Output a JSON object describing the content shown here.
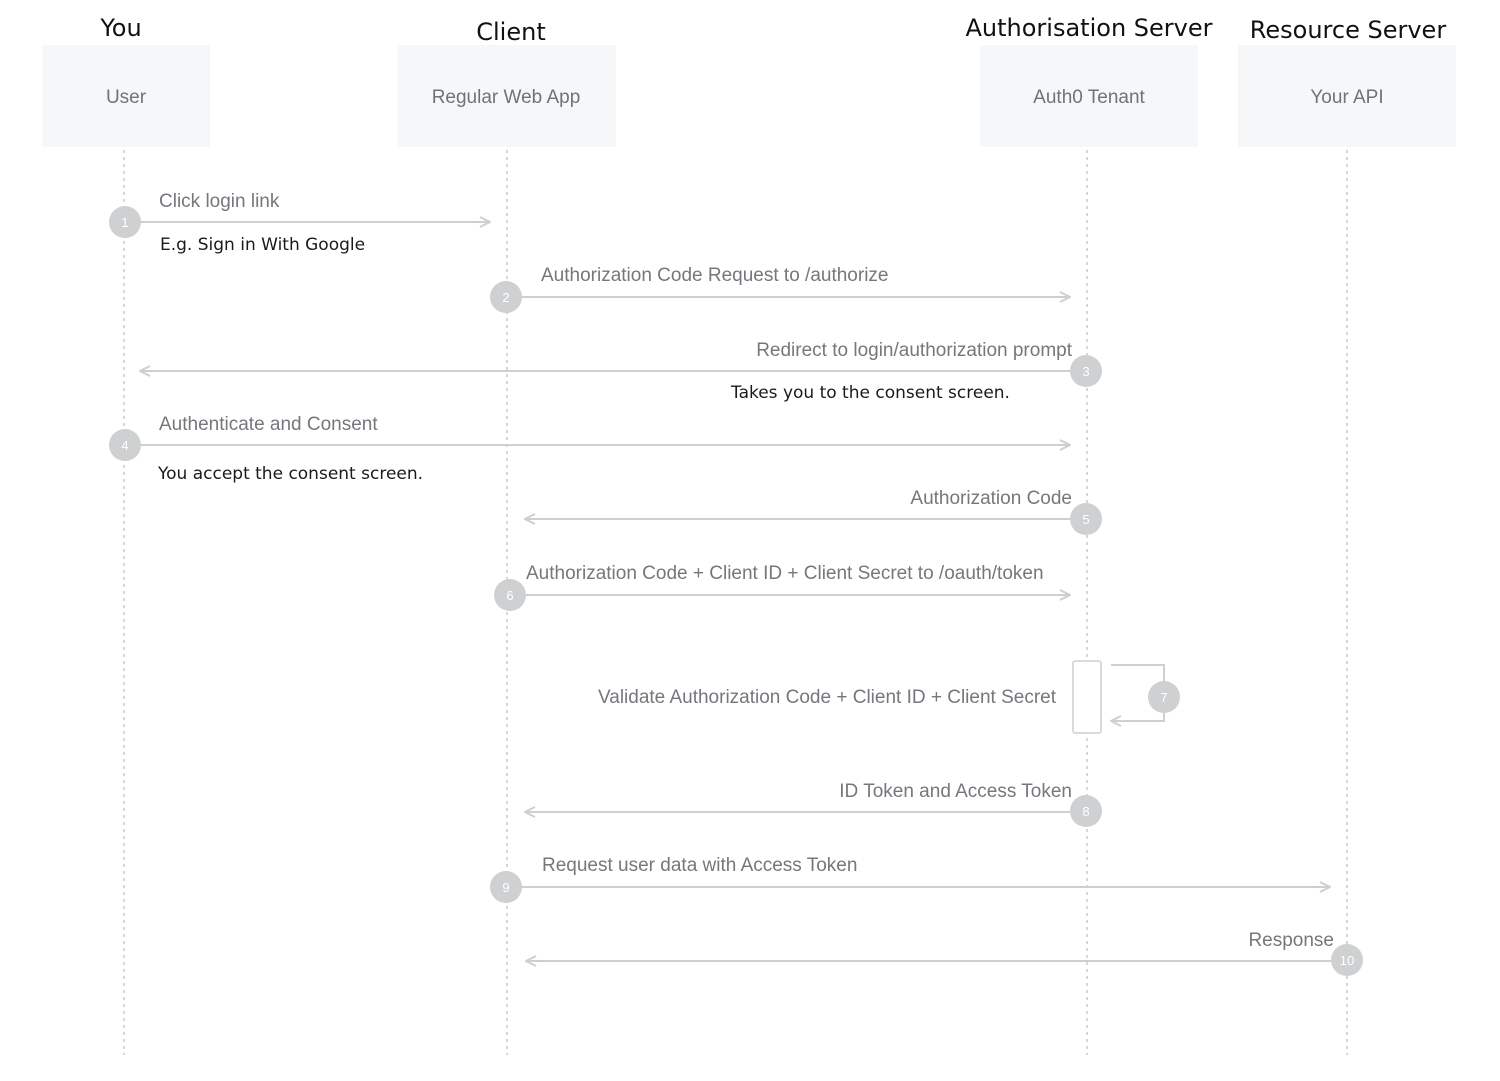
{
  "roles": {
    "you": "You",
    "client": "Client",
    "auth_server": "Authorisation Server",
    "resource_server": "Resource Server"
  },
  "actors": {
    "user": "User",
    "web_app": "Regular Web App",
    "tenant": "Auth0 Tenant",
    "api": "Your API"
  },
  "steps": [
    {
      "num": "1",
      "label": "Click login link",
      "note": "E.g. Sign in With Google"
    },
    {
      "num": "2",
      "label": "Authorization Code Request to /authorize"
    },
    {
      "num": "3",
      "label": "Redirect to login/authorization prompt",
      "note": "Takes you to the consent screen."
    },
    {
      "num": "4",
      "label": "Authenticate and Consent",
      "note": "You accept the consent screen."
    },
    {
      "num": "5",
      "label": "Authorization Code"
    },
    {
      "num": "6",
      "label": "Authorization Code + Client ID + Client Secret to /oauth/token"
    },
    {
      "num": "7",
      "label": "Validate Authorization Code + Client ID + Client Secret"
    },
    {
      "num": "8",
      "label": "ID Token and Access Token"
    },
    {
      "num": "9",
      "label": "Request user data with Access Token"
    },
    {
      "num": "10",
      "label": "Response"
    }
  ],
  "colors": {
    "arrow": "#cdcfd1",
    "circle": "#cfd0d1",
    "actor_box": "#f6f7f8",
    "label": "#74787c"
  }
}
